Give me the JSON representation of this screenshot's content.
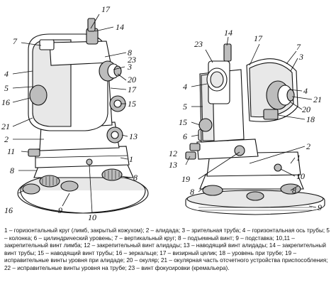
{
  "figure": {
    "left_labels": [
      "17",
      "14",
      "7",
      "8",
      "3",
      "23",
      "4",
      "20",
      "5",
      "17",
      "16",
      "15",
      "21",
      "2",
      "13",
      "11",
      "1",
      "8",
      "8",
      "16",
      "9",
      "10"
    ],
    "right_labels": [
      "14",
      "17",
      "23",
      "7",
      "3",
      "4",
      "4",
      "21",
      "5",
      "20",
      "18",
      "15",
      "6",
      "12",
      "13",
      "2",
      "1",
      "10",
      "19",
      "8",
      "8",
      "9"
    ]
  },
  "caption": {
    "text": "1 – горизонтальный круг (лимб, закрытый кожухом); 2 – алидада; 3 – зрительная труба; 4 – горизонтальная ось трубы; 5 – колонка; 6 – цилиндрический уровень; 7 – вертикальный круг; 8 – подъемный винт; 9 – подставка; 10,11 – закрепительный винт лимба; 12 – закрепительный винт алидады; 13 – наводящий винт алидады; 14 – закрепительный винт трубы; 15 – наводящий винт трубы; 16 – зеркальце; 17 – визирный целик; 18 – уровень при трубе; 19 – исправительные винты уровня при алидаде; 20 – окуляр; 21 – окулярная часть отсчетного устройства приспособления; 22 – исправительные винты уровня на трубе; 23 – винт фокусировки (кремальера)."
  }
}
